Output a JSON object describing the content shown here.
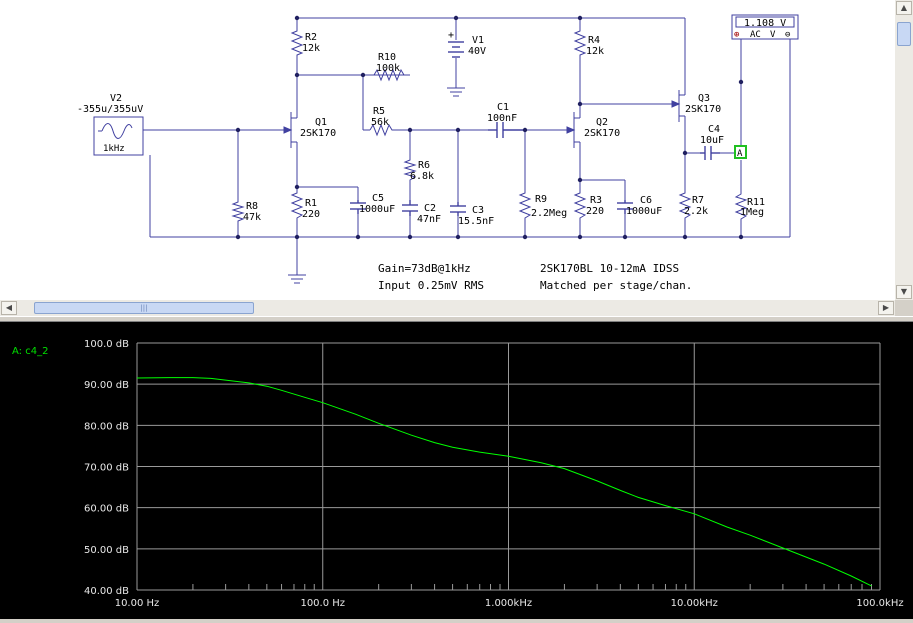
{
  "schematic": {
    "components": {
      "R2": {
        "name": "R2",
        "value": "12k"
      },
      "R10": {
        "name": "R10",
        "value": "100k"
      },
      "V1": {
        "name": "V1",
        "value": "40V"
      },
      "R4": {
        "name": "R4",
        "value": "12k"
      },
      "V2": {
        "name": "V2",
        "value": "-355u/355uV",
        "freq": "1kHz"
      },
      "Q1": {
        "name": "Q1",
        "value": "2SK170"
      },
      "R5": {
        "name": "R5",
        "value": "56k"
      },
      "C1": {
        "name": "C1",
        "value": "100nF"
      },
      "Q2": {
        "name": "Q2",
        "value": "2SK170"
      },
      "Q3": {
        "name": "Q3",
        "value": "2SK170"
      },
      "C4": {
        "name": "C4",
        "value": "10uF"
      },
      "R6": {
        "name": "R6",
        "value": "6.8k"
      },
      "R8": {
        "name": "R8",
        "value": "47k"
      },
      "R1": {
        "name": "R1",
        "value": "220"
      },
      "C5": {
        "name": "C5",
        "value": "1000uF"
      },
      "C2": {
        "name": "C2",
        "value": "47nF"
      },
      "C3": {
        "name": "C3",
        "value": "15.5nF"
      },
      "R9": {
        "name": "R9",
        "value": "2.2Meg"
      },
      "R3": {
        "name": "R3",
        "value": "220"
      },
      "C6": {
        "name": "C6",
        "value": "1000uF"
      },
      "R7": {
        "name": "R7",
        "value": "2.2k"
      },
      "R11": {
        "name": "R11",
        "value": "1Meg"
      }
    },
    "voltmeter": {
      "reading": "1.108 V",
      "mode": "AC",
      "unit": "V",
      "plus": "⊕",
      "minus": "⊖"
    },
    "probe": {
      "label": "A"
    },
    "notes": {
      "gain": "Gain=73dB@1kHz",
      "input": "Input 0.25mV RMS",
      "part": "2SK170BL 10-12mA IDSS",
      "matched": "Matched per stage/chan."
    }
  },
  "scrollbars": {
    "up": "▲",
    "down": "▼",
    "left": "◀",
    "right": "▶",
    "grip": "|||"
  },
  "chart_data": {
    "type": "line",
    "title": "",
    "xlabel": "",
    "ylabel": "",
    "x_scale": "log",
    "xlim": [
      10,
      100000
    ],
    "ylim": [
      40,
      100
    ],
    "grid": true,
    "background": "#000000",
    "grid_color": "#9a9a9a",
    "line_color": "#00ff00",
    "x_tick_labels": [
      "10.00 Hz",
      "100.0 Hz",
      "1.000kHz",
      "10.00kHz",
      "100.0kHz"
    ],
    "y_tick_labels": [
      "100.0 dB",
      "90.00 dB",
      "80.00 dB",
      "70.00 dB",
      "60.00 dB",
      "50.00 dB",
      "40.00 dB"
    ],
    "series": [
      {
        "name": "A: c4_2",
        "x": [
          10,
          15,
          20,
          25,
          30,
          40,
          50,
          60,
          80,
          100,
          150,
          200,
          300,
          400,
          500,
          700,
          1000,
          1500,
          2000,
          3000,
          4000,
          5000,
          7000,
          10000,
          15000,
          20000,
          30000,
          50000,
          70000,
          90000
        ],
        "y": [
          91.5,
          91.6,
          91.6,
          91.4,
          91.0,
          90.3,
          89.5,
          88.5,
          86.8,
          85.5,
          82.7,
          80.5,
          77.6,
          75.8,
          74.7,
          73.5,
          72.5,
          70.9,
          69.5,
          66.5,
          64.2,
          62.5,
          60.5,
          58.5,
          55.3,
          53.3,
          50.2,
          46.3,
          43.4,
          41.0
        ]
      }
    ]
  }
}
